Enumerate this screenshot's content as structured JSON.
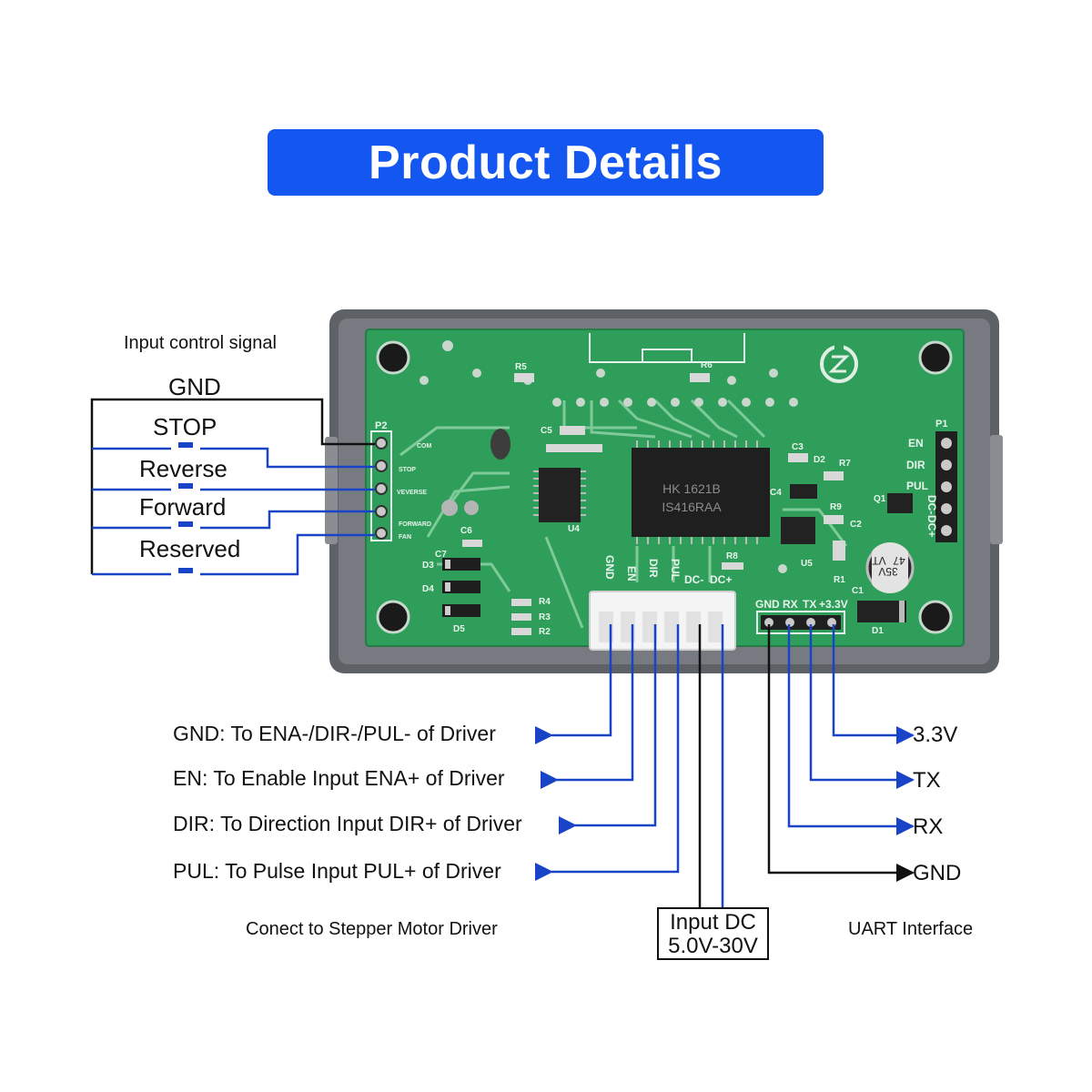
{
  "header": {
    "title": "Product Details"
  },
  "input_control": {
    "heading": "Input control signal",
    "signals": [
      "GND",
      "STOP",
      "Reverse",
      "Forward",
      "Reserved"
    ]
  },
  "pcb": {
    "p2_header": "P2",
    "p2_pins": [
      "COM",
      "STOP",
      "VEVERSE",
      "FORWARD",
      "FAN"
    ],
    "p1_header": "P1",
    "p1_pins": [
      "EN",
      "DIR",
      "PUL",
      "DC-",
      "DC+"
    ],
    "chip_main": [
      "HK 1621B",
      "IS416RAA"
    ],
    "bottom_connector_pins": [
      "GND",
      "EN",
      "DIR",
      "PUL",
      "DC-",
      "DC+"
    ],
    "uart_pins": [
      "GND",
      "RX",
      "TX",
      "+3.3V"
    ],
    "components": [
      "R5",
      "R6",
      "C5",
      "C3",
      "D2",
      "R7",
      "C4",
      "R9",
      "Q1",
      "C2",
      "U5",
      "R1",
      "C1",
      "D1",
      "U4",
      "C6",
      "C7",
      "D3",
      "D4",
      "D5",
      "R4",
      "R3",
      "R2",
      "R8"
    ],
    "capacitor": [
      "47",
      "35V",
      "VT"
    ]
  },
  "driver_outputs": {
    "lines": [
      "GND: To ENA-/DIR-/PUL- of Driver",
      "EN: To Enable Input ENA+ of Driver",
      "DIR: To Direction Input DIR+ of Driver",
      "PUL: To Pulse Input PUL+ of Driver"
    ],
    "caption": "Conect to Stepper Motor Driver"
  },
  "power": {
    "line1": "Input DC",
    "line2": "5.0V-30V"
  },
  "uart": {
    "lines": [
      "3.3V",
      "TX",
      "RX",
      "GND"
    ],
    "caption": "UART Interface"
  },
  "colors": {
    "accent": "#1457f0",
    "wire_blue": "#1a44c8",
    "pcb_green": "#2f9e5a"
  }
}
